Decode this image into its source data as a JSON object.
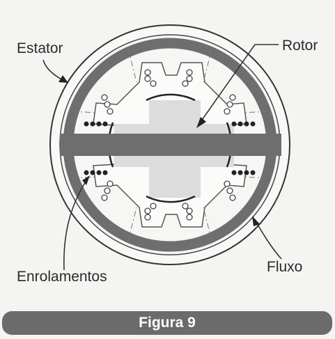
{
  "labels": {
    "estator": "Estator",
    "rotor": "Rotor",
    "enrolamentos": "Enrolamentos",
    "fluxo": "Fluxo"
  },
  "caption": "Figura 9",
  "colors": {
    "background": "#f4f4f2",
    "flux_band": "#6e6e6e",
    "rotor_fill": "#dcdcdc",
    "caption_bar": "#6b6b6b",
    "line": "#333333"
  }
}
